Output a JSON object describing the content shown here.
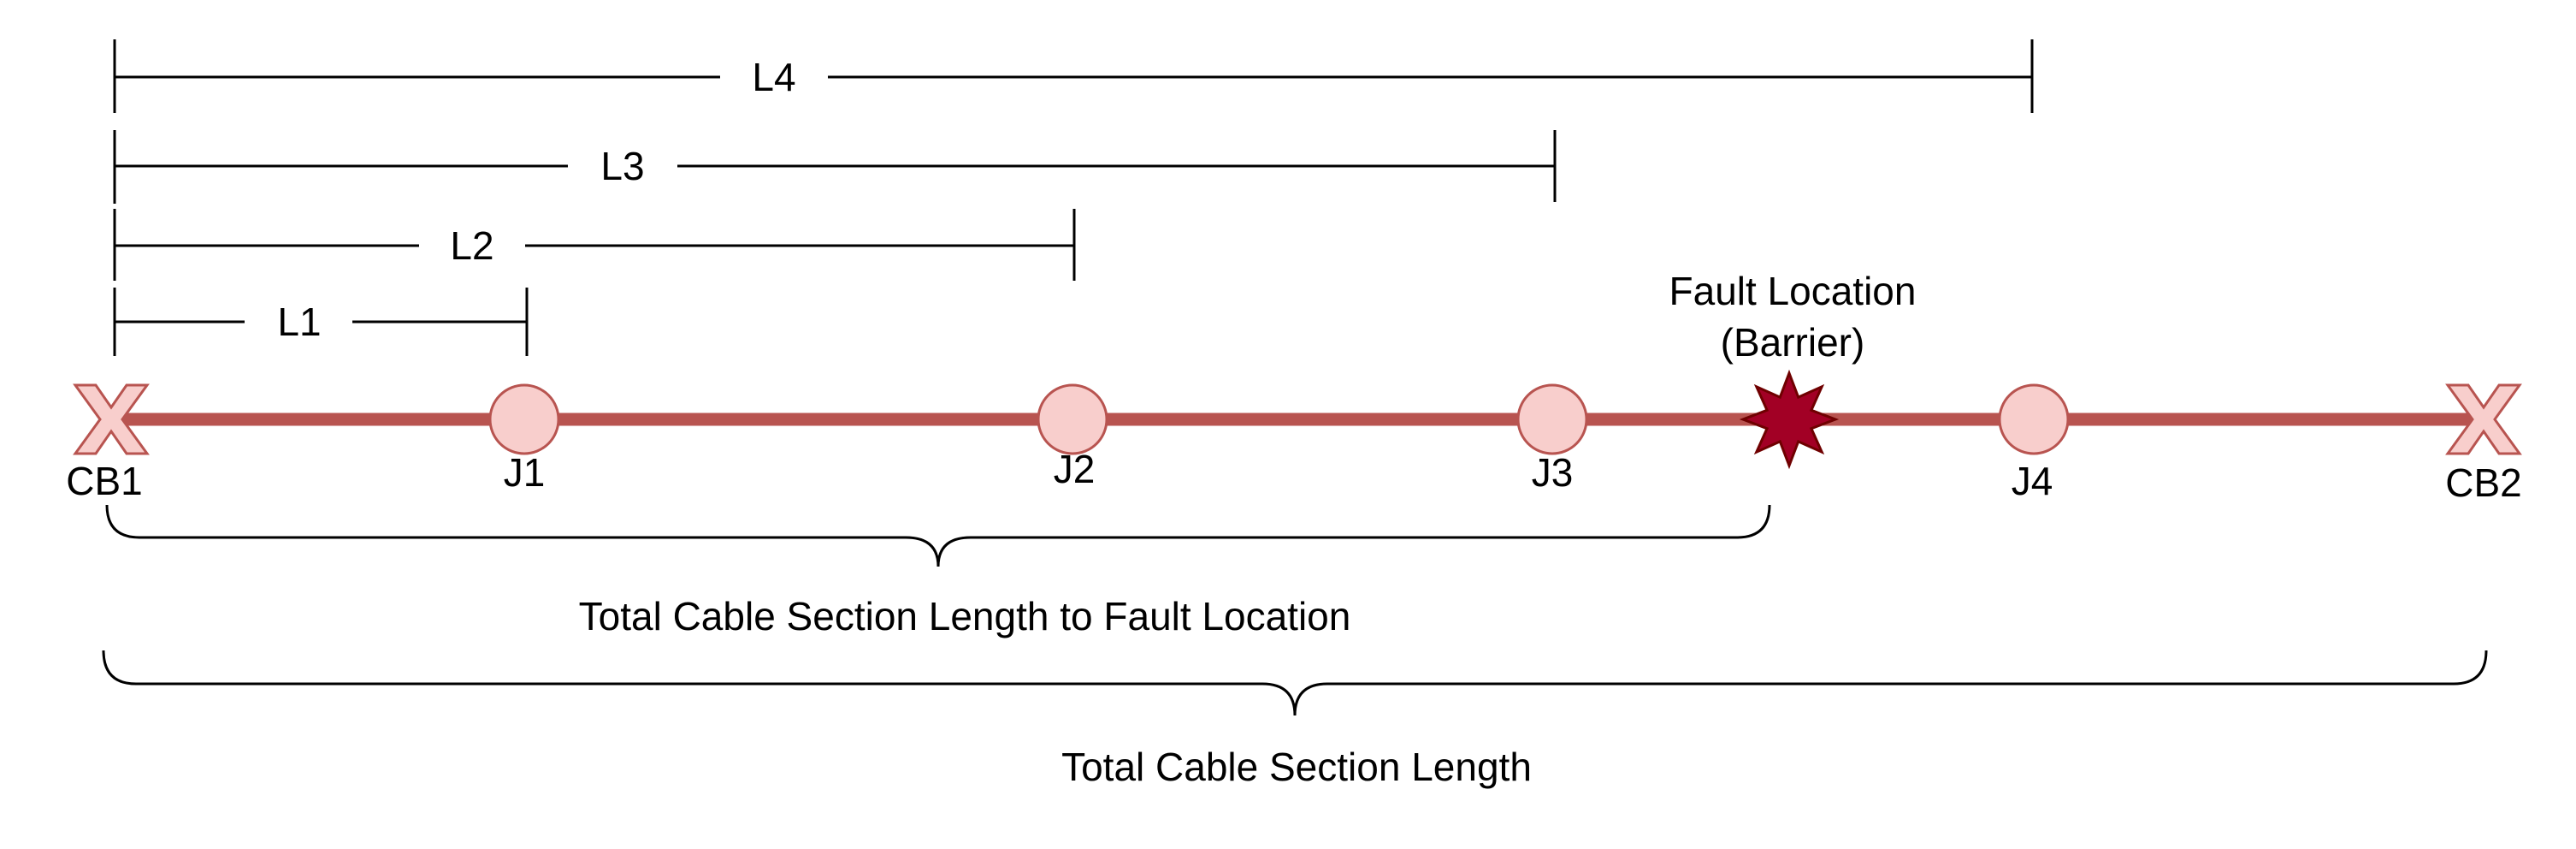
{
  "colors": {
    "line": "#000000",
    "cable": "#b85450",
    "breaker_fill": "#f8cecc",
    "breaker_stroke": "#b85450",
    "joint_fill": "#f8cecc",
    "joint_stroke": "#b85450",
    "fault_fill": "#a20025",
    "fault_stroke": "#6f0000",
    "background": "#ffffff"
  },
  "icons": {
    "breaker": "x-cross-icon",
    "joint": "circle-icon",
    "fault": "starburst-icon"
  },
  "dimensions": {
    "L1": "L1",
    "L2": "L2",
    "L3": "L3",
    "L4": "L4"
  },
  "nodes": {
    "cb1": "CB1",
    "j1": "J1",
    "j2": "J2",
    "j3": "J3",
    "j4": "J4",
    "cb2": "CB2"
  },
  "fault": {
    "line1": "Fault Location",
    "line2": "(Barrier)"
  },
  "braces": {
    "to_fault": "Total Cable Section Length to Fault Location",
    "total": "Total Cable Section Length"
  }
}
